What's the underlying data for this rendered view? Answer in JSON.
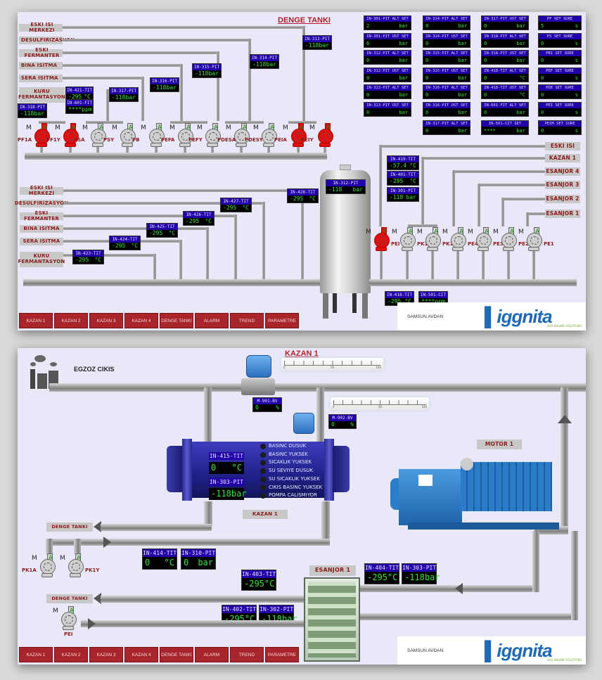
{
  "panel1": {
    "title": "DENGE TANKI",
    "supply_lines": [
      {
        "label": "ESKI ISI MERKEZI",
        "tag": {
          "name": "IN-313-PIT",
          "value": "-118",
          "unit": "bar"
        }
      },
      {
        "label": "DESULFIRIZASYON",
        "tag": {
          "name": "IN-314-PIT",
          "value": "-118",
          "unit": "bar"
        }
      },
      {
        "label": "ESKI FERMANTER",
        "tag": {
          "name": "IN-315-PIT",
          "value": "-118",
          "unit": "bar"
        }
      },
      {
        "label": "BINA ISITMA",
        "tag": {
          "name": "IN-316-PIT",
          "value": "-118",
          "unit": "bar"
        }
      },
      {
        "label": "SERA ISITMA",
        "tag": {
          "name": "IN-317-PIT",
          "value": "-118",
          "unit": "bar"
        }
      },
      {
        "label": "KURU FERMANTASYON",
        "tag": {
          "name": "IN-318-PIT",
          "value": "-118",
          "unit": "bar"
        }
      }
    ],
    "extra_tags": [
      {
        "name": "IN-421-TIT",
        "value": "-295",
        "unit": "°C"
      },
      {
        "name": "IN-601-FIT",
        "value": "****",
        "unit": "ppm"
      }
    ],
    "pumps_top": [
      {
        "name": "PF1A",
        "state": "fault"
      },
      {
        "name": "PF1Y",
        "state": "fault"
      },
      {
        "name": "PSA",
        "state": "off"
      },
      {
        "name": "PSY",
        "state": "off"
      },
      {
        "name": "PB",
        "state": "off"
      },
      {
        "name": "PEFA",
        "state": "off"
      },
      {
        "name": "PEFY",
        "state": "off"
      },
      {
        "name": "PDESA",
        "state": "off"
      },
      {
        "name": "PDESY",
        "state": "off"
      },
      {
        "name": "PEIA",
        "state": "fault"
      },
      {
        "name": "PEIY",
        "state": "fault"
      }
    ],
    "pump_mode_labels": {
      "manual": "M",
      "auto": "A"
    },
    "return_lines": [
      {
        "label": "ESKI ISI MERKEZI",
        "tag": {
          "name": "IN-428-TIT",
          "value": "-295",
          "unit": "°C"
        }
      },
      {
        "label": "DESULFIRIZASYON",
        "tag": {
          "name": "IN-427-TIT",
          "value": "-295",
          "unit": "°C"
        }
      },
      {
        "label": "ESKI FERMANTER",
        "tag": {
          "name": "IN-426-TIT",
          "value": "-295",
          "unit": "°C"
        }
      },
      {
        "label": "BINA ISITMA",
        "tag": {
          "name": "IN-425-TIT",
          "value": "-295",
          "unit": "°C"
        }
      },
      {
        "label": "SERA ISITMA",
        "tag": {
          "name": "IN-424-TIT",
          "value": "-295",
          "unit": "°C"
        }
      },
      {
        "label": "KURU FERMANTASYON",
        "tag": {
          "name": "IN-423-TIT",
          "value": "-295",
          "unit": "°C"
        }
      }
    ],
    "tank_tag": {
      "name": "IN-312-PIT",
      "value": "-118",
      "unit": "bar"
    },
    "right_tags": [
      {
        "name": "IN-419-TIT",
        "value": "-57.4",
        "unit": "°C"
      },
      {
        "name": "IN-401-TIT",
        "value": "-295",
        "unit": "°C"
      },
      {
        "name": "IN-301-PIT",
        "value": "-118",
        "unit": "bar"
      }
    ],
    "right_lines": [
      "ESKI ISI",
      "KAZAN 1",
      "ESANJOR 4",
      "ESANJOR 3",
      "ESANJOR 2",
      "ESANJOR 1"
    ],
    "pumps_right": [
      {
        "name": "PEI",
        "state": "fault"
      },
      {
        "name": "PK1A",
        "state": "off"
      },
      {
        "name": "PK1Y",
        "state": "off"
      },
      {
        "name": "PE4",
        "state": "off"
      },
      {
        "name": "PE3",
        "state": "off"
      },
      {
        "name": "PE2",
        "state": "off"
      },
      {
        "name": "PE1",
        "state": "off"
      }
    ],
    "bottom_tags": [
      {
        "name": "IN-418-TIT",
        "value": "-295",
        "unit": "°C"
      },
      {
        "name": "IN-501-CIT",
        "value": "****",
        "unit": "ppm"
      }
    ],
    "setpoints": [
      [
        {
          "name": "IN-301-PIT ALT SET",
          "value": "2",
          "unit": "bar"
        },
        {
          "name": "IN-301-PIT UST SET",
          "value": "6",
          "unit": "bar"
        },
        {
          "name": "IN-312-PIT ALT SET",
          "value": "0",
          "unit": "bar"
        },
        {
          "name": "IN-312-PIT UST SET",
          "value": "0",
          "unit": "bar"
        },
        {
          "name": "IN-313-PIT ALT SET",
          "value": "0",
          "unit": "bar"
        },
        {
          "name": "IN-313-PIT UST SET",
          "value": "0",
          "unit": "bar"
        }
      ],
      [
        {
          "name": "IN-314-PIT ALT SET",
          "value": "0",
          "unit": "bar"
        },
        {
          "name": "IN-314-PIT UST SET",
          "value": "0",
          "unit": "bar"
        },
        {
          "name": "IN-315-PIT ALT SET",
          "value": "0",
          "unit": "bar"
        },
        {
          "name": "IN-315-PIT UST SET",
          "value": "0",
          "unit": "bar"
        },
        {
          "name": "IN-316-PIT ALT SET",
          "value": "0",
          "unit": "bar"
        },
        {
          "name": "IN-316-PIT UST SET",
          "value": "0",
          "unit": "bar"
        },
        {
          "name": "IN-317-PIT ALT SET",
          "value": "0",
          "unit": "bar"
        }
      ],
      [
        {
          "name": "IN-317-PIT UST SET",
          "value": "0",
          "unit": "bar"
        },
        {
          "name": "IN-318-PIT ALT SET",
          "value": "0",
          "unit": "bar"
        },
        {
          "name": "IN-318-PIT UST SET",
          "value": "0",
          "unit": "bar"
        },
        {
          "name": "IN-418-TIT ALT SET",
          "value": "0",
          "unit": "°C"
        },
        {
          "name": "IN-418-TIT UST SET",
          "value": "0",
          "unit": "°C"
        },
        {
          "name": "IN-601-FIT ALT SET",
          "value": "0",
          "unit": "bar"
        },
        {
          "name": "IN-501-CIT SET",
          "value": "****",
          "unit": "bar"
        }
      ],
      [
        {
          "name": "PF SET SURE",
          "value": "5",
          "unit": "s"
        },
        {
          "name": "PS SET SURE",
          "value": "0",
          "unit": "s"
        },
        {
          "name": "PBI SET SURE",
          "value": "0",
          "unit": "s"
        },
        {
          "name": "PEF SET SURE",
          "value": "0",
          "unit": "s"
        },
        {
          "name": "PDE SET SURE",
          "value": "0",
          "unit": "s"
        },
        {
          "name": "PEI SET SURE",
          "value": "0",
          "unit": "s"
        },
        {
          "name": "PEIM SET SURE",
          "value": "0",
          "unit": "s"
        }
      ]
    ]
  },
  "panel2": {
    "title": "KAZAN 1",
    "exhaust_label": "EGZOZ CIKIS",
    "valve1": {
      "name": "M-901-BV",
      "value": "0",
      "unit": "%",
      "scale": [
        "0",
        "50",
        "100"
      ]
    },
    "valve2": {
      "name": "M-902-BV",
      "value": "0",
      "unit": "%",
      "scale": [
        "0",
        "50",
        "100"
      ]
    },
    "boiler_label": "KAZAN 1",
    "boiler_tags": [
      {
        "name": "IN-415-TIT",
        "value": "0",
        "unit": "°C"
      },
      {
        "name": "IN-303-PIT",
        "value": "-118",
        "unit": "bar"
      }
    ],
    "alarms": [
      "BASINC DUSUK",
      "BASINC YUKSEK",
      "SICAKLIK YUKSEK",
      "SU SEVIYE DUSUK",
      "SU SICAKLIK YUKSEK",
      "CIKIS BASINC YUKSEK",
      "POMPA CALISMIYOR"
    ],
    "motor_label": "MOTOR 1",
    "denge1_label": "DENGE TANKI",
    "denge2_label": "DENGE TANKI",
    "pumps": [
      {
        "name": "PK1A",
        "state": "off"
      },
      {
        "name": "PK1Y",
        "state": "off"
      },
      {
        "name": "PEI",
        "state": "off"
      }
    ],
    "tags_a": [
      {
        "name": "IN-414-TIT",
        "value": "0",
        "unit": "°C"
      },
      {
        "name": "IN-310-PIT",
        "value": "0",
        "unit": "bar"
      }
    ],
    "tag_403": {
      "name": "IN-403-TIT",
      "value": "-295",
      "unit": "°C"
    },
    "tags_b": [
      {
        "name": "IN-402-TIT",
        "value": "-295",
        "unit": "°C"
      },
      {
        "name": "IN-302-PIT",
        "value": "-118",
        "unit": "bar"
      }
    ],
    "tags_c": [
      {
        "name": "IN-404-TIT",
        "value": "-295",
        "unit": "°C"
      },
      {
        "name": "IN-303-PIT",
        "value": "-118",
        "unit": "bar"
      }
    ],
    "exchanger_label": "ESANJOR 1"
  },
  "nav": [
    "KAZAN 1",
    "KAZAN 2",
    "KAZAN 3",
    "KAZAN 4",
    "DENGE TANKI",
    "ALARM",
    "TREND",
    "PARAMETRE"
  ],
  "logo": {
    "partner": "SAMSUN AVDAN",
    "brand": "iggnita",
    "tagline": "GAS ENGINE SOLUTIONS"
  },
  "colors": {
    "fault_pump": "#e01010",
    "off_pump": "#cfcfcf",
    "nav_button": "#a8252b",
    "tag_header": "#2200aa",
    "tag_value": "#38e038"
  }
}
